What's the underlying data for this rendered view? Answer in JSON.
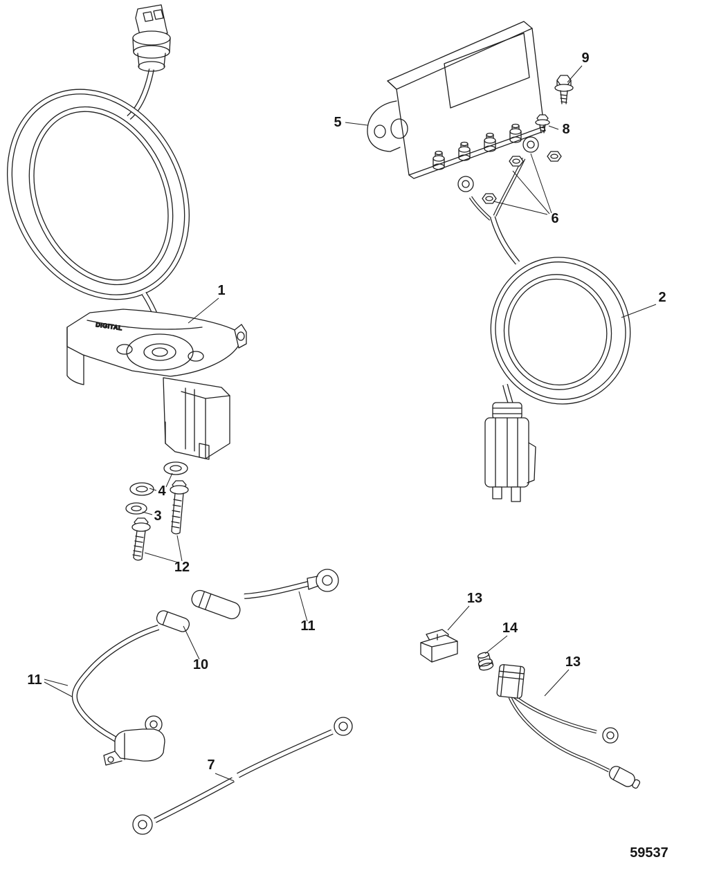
{
  "diagram": {
    "drawing_number": "59537",
    "bracket_marking": "DIGITAL",
    "callouts": {
      "c1": "1",
      "c2": "2",
      "c3": "3",
      "c4": "4",
      "c5": "5",
      "c6": "6",
      "c7": "7",
      "c8": "8",
      "c9": "9",
      "c10": "10",
      "c11_upper": "11",
      "c11_lower": "11",
      "c12": "12",
      "c13_left": "13",
      "c13_right": "13",
      "c14": "14"
    }
  }
}
